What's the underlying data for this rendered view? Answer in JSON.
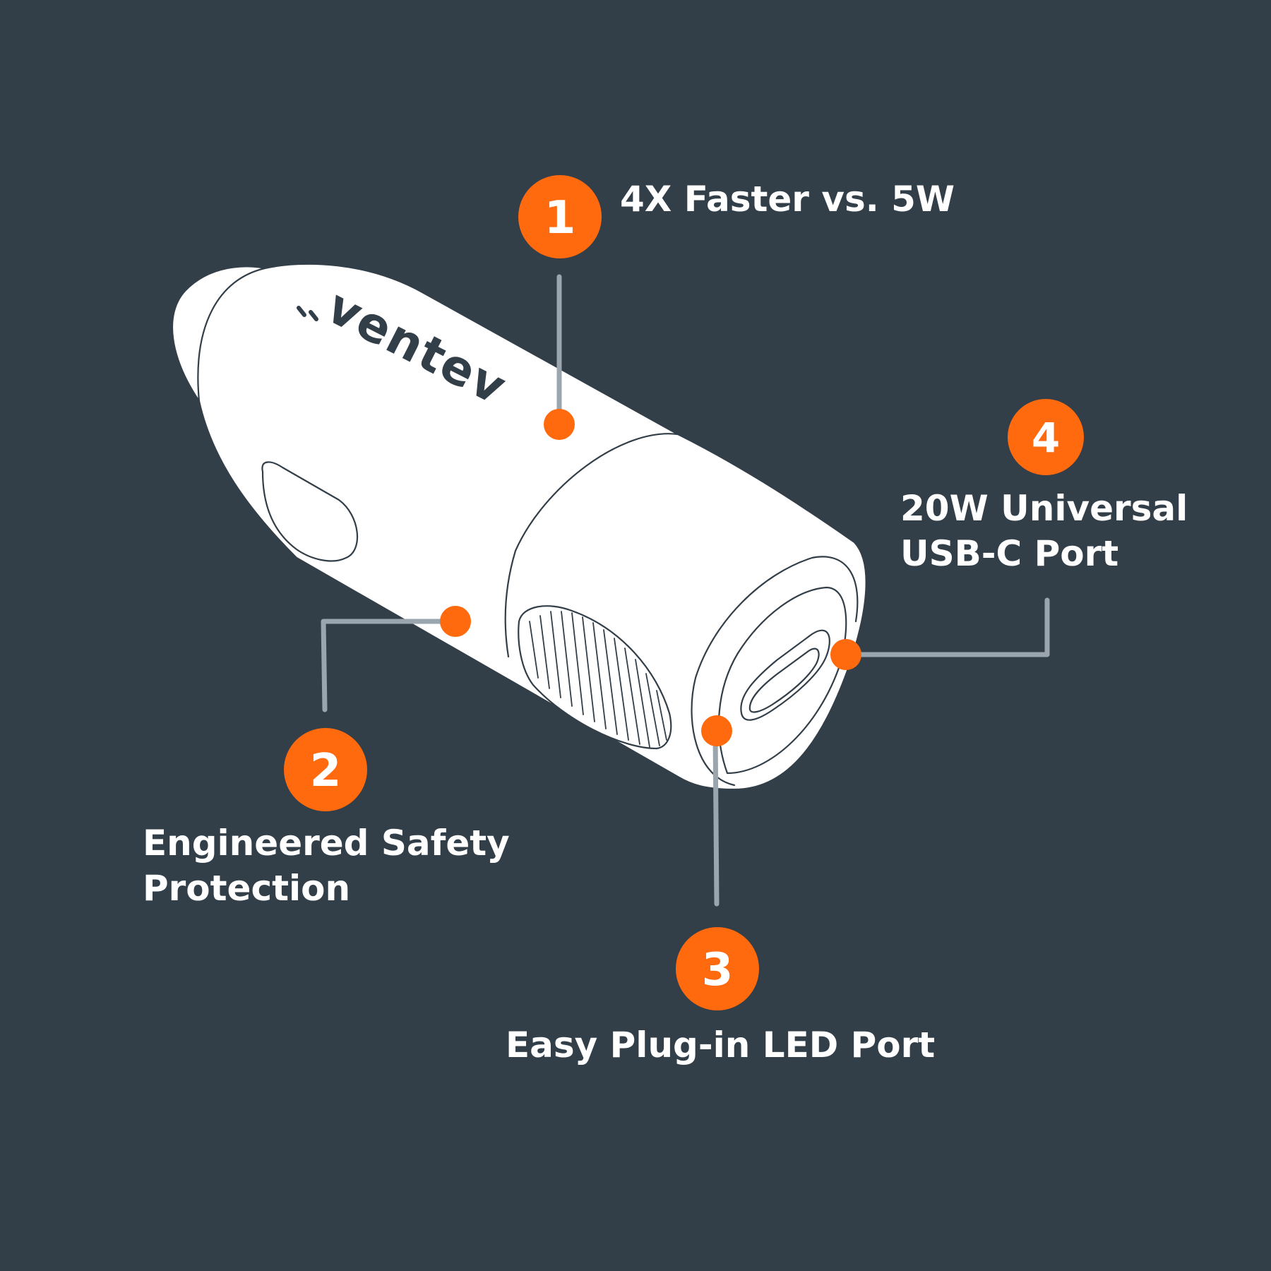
{
  "colors": {
    "background": "#323e48",
    "accent": "#ff6a0e",
    "leader": "#9aa5ae",
    "product": "#ffffff",
    "outline": "#323e48"
  },
  "product": {
    "brand": "ventev"
  },
  "features": [
    {
      "number": "1",
      "label": "4X Faster vs. 5W"
    },
    {
      "number": "2",
      "label": "Engineered Safety\nProtection"
    },
    {
      "number": "3",
      "label": "Easy Plug-in LED Port"
    },
    {
      "number": "4",
      "label": "20W Universal\nUSB-C Port"
    }
  ]
}
